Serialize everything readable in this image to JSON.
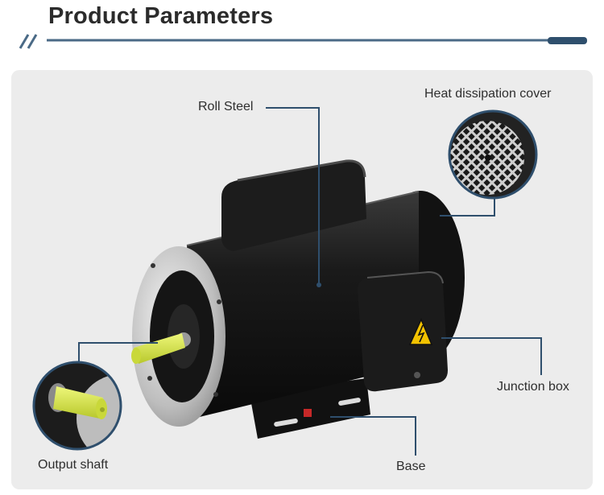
{
  "header": {
    "title": "Product Parameters"
  },
  "colors": {
    "accent": "#4a6a86",
    "accent_dark": "#2f4f6d",
    "panel": "#ececec",
    "motor": "#161616",
    "shaft": "#d8e84a",
    "warning": "#f2c200"
  },
  "icons": {
    "divider": "double-slash-icon",
    "warning": "high-voltage-warning-icon"
  },
  "callouts": {
    "roll_steel": "Roll Steel",
    "heat_cover": "Heat dissipation cover",
    "junction_box": "Junction box",
    "output_shaft": "Output shaft",
    "base": "Base"
  }
}
